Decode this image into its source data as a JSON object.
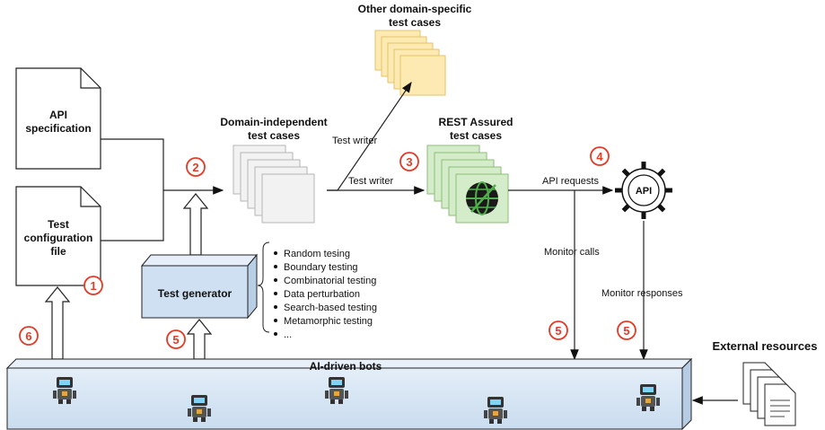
{
  "api_spec": {
    "line1": "API",
    "line2": "specification"
  },
  "test_config": {
    "line1": "Test",
    "line2": "configuration",
    "line3": "file"
  },
  "test_generator": {
    "label": "Test generator"
  },
  "techniques": [
    "Random tesing",
    "Boundary testing",
    "Combinatorial testing",
    "Data perturbation",
    "Search-based testing",
    "Metamorphic testing",
    "..."
  ],
  "domain_independent": {
    "line1": "Domain-independent",
    "line2": "test cases"
  },
  "other_domain": {
    "line1": "Other domain-specific",
    "line2": "test cases"
  },
  "rest_assured": {
    "line1": "REST Assured",
    "line2": "test cases"
  },
  "arrows": {
    "test_writer_up": "Test writer",
    "test_writer_right": "Test writer",
    "api_requests": "API requests",
    "monitor_calls": "Monitor calls",
    "monitor_responses": "Monitor responses"
  },
  "api": {
    "label": "API"
  },
  "ai_bots": {
    "label": "AI-driven bots"
  },
  "external": {
    "label": "External resources"
  },
  "step_numbers": {
    "s1": "1",
    "s2": "2",
    "s3": "3",
    "s4": "4",
    "s5a": "5",
    "s5b": "5",
    "s5c": "5",
    "s6": "6"
  },
  "colors": {
    "accent_red": "#e53a26",
    "bots_fill": "#dbe8f5",
    "generator_fill": "#cfe0f2",
    "yellow_doc": "#fde9b2",
    "green_doc": "#d4ecc9",
    "grey_doc": "#f2f2f2"
  }
}
